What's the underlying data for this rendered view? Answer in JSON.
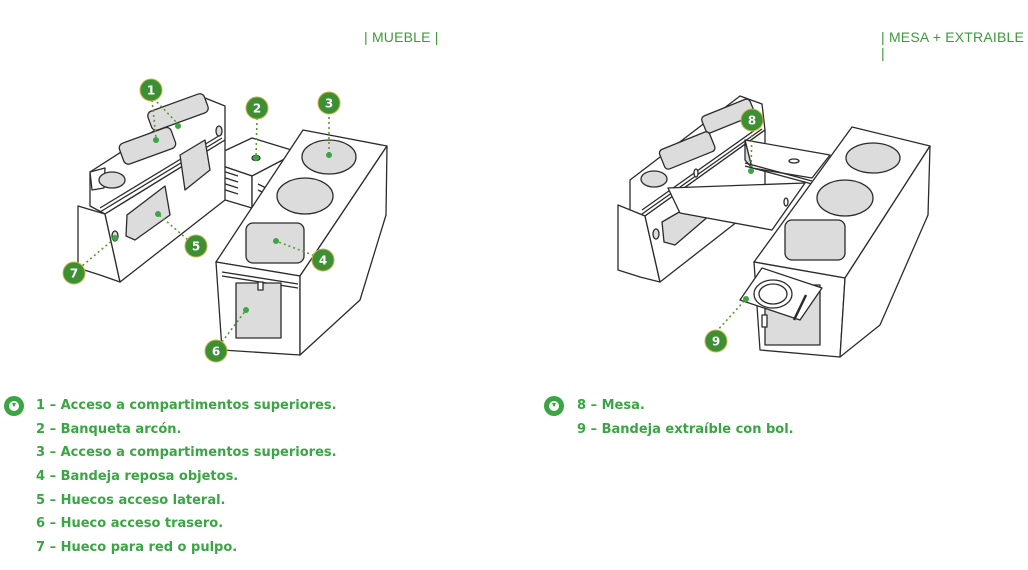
{
  "sections": {
    "left": {
      "title": "MUEBLE"
    },
    "right": {
      "title": "MESA + EXTRAIBLE"
    }
  },
  "icons": {
    "download": "download-circle-icon"
  },
  "colors": {
    "accent": "#3aa543",
    "badge": "#3d8f33",
    "panel": "#dcdcdc",
    "outline": "#2b2b2b"
  },
  "callouts": {
    "left": [
      "1",
      "2",
      "3",
      "4",
      "5",
      "6",
      "7"
    ],
    "right": [
      "8",
      "9"
    ]
  },
  "legend": {
    "left": [
      "1 – Acceso a compartimentos superiores.",
      "2 – Banqueta arcón.",
      "3 – Acceso a compartimentos superiores.",
      "4 – Bandeja reposa objetos.",
      "5 – Huecos acceso lateral.",
      "6 – Hueco acceso trasero.",
      "7 – Hueco para red o pulpo."
    ],
    "right": [
      "8 – Mesa.",
      "9 – Bandeja extraíble con bol."
    ]
  }
}
